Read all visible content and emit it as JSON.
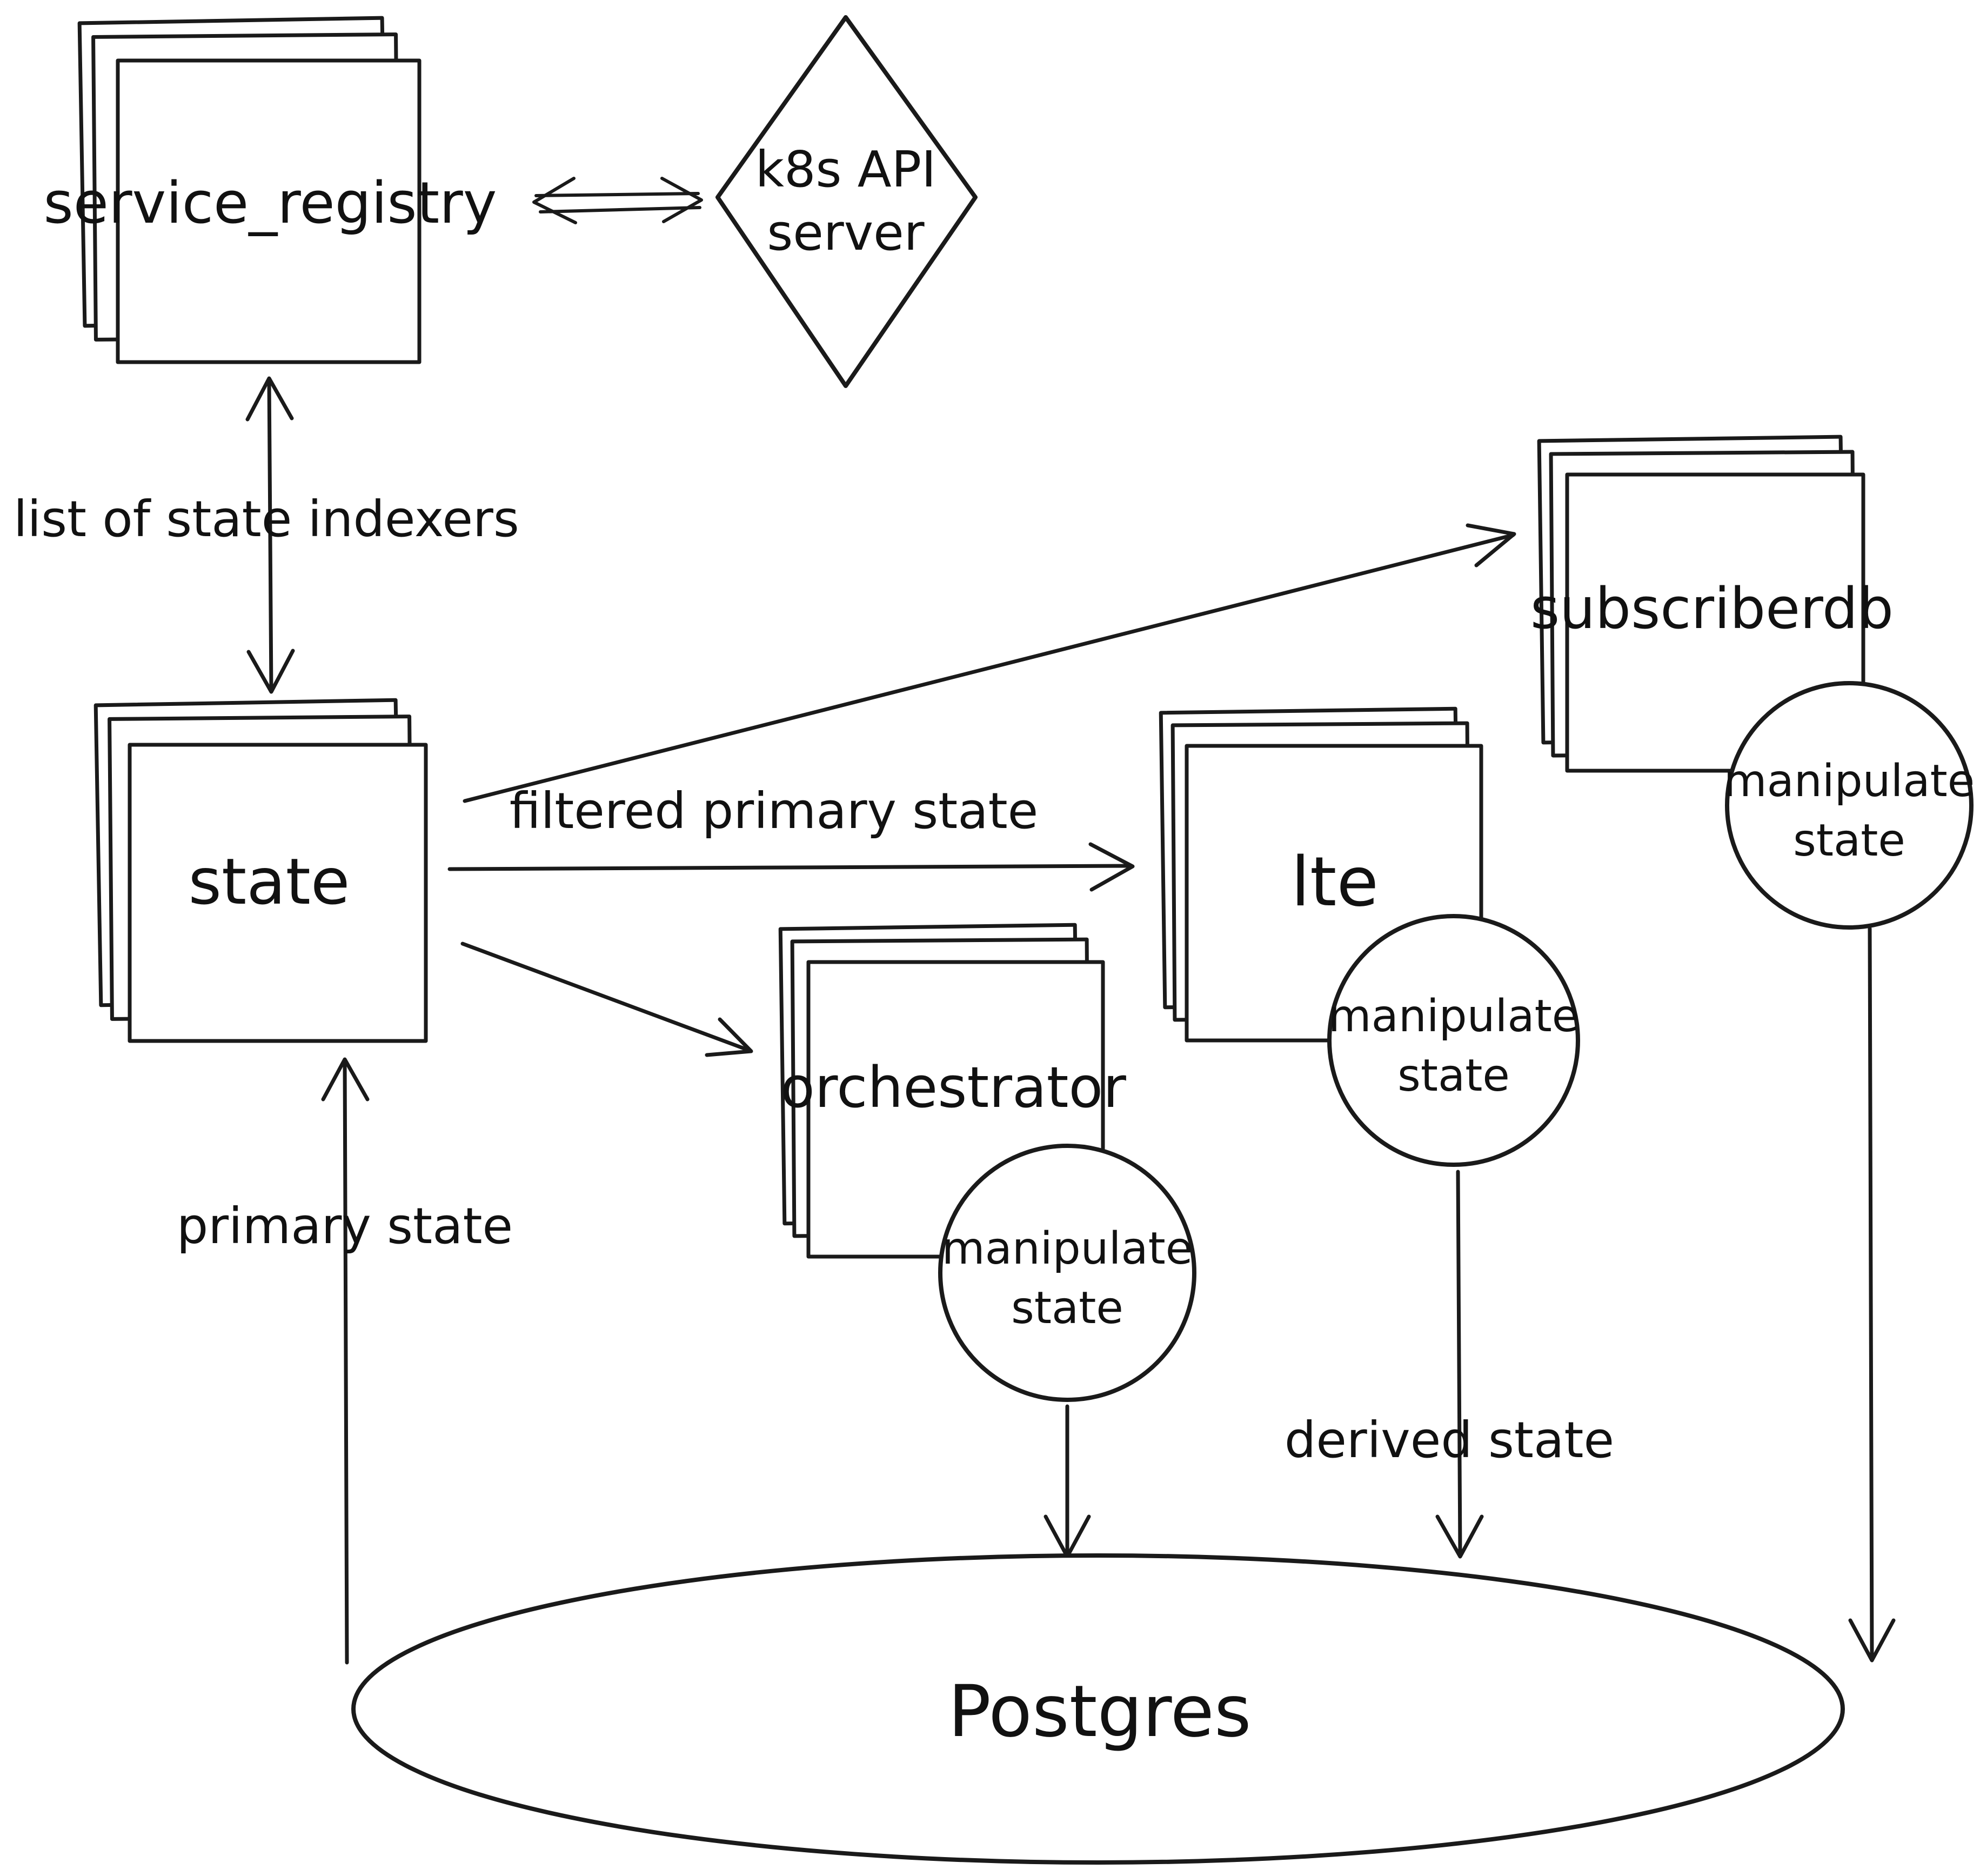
{
  "nodes": {
    "service_registry": "service_registry",
    "k8s_line1": "k8s API",
    "k8s_line2": "server",
    "state": "state",
    "subscriberdb": "subscriberdb",
    "lte": "lte",
    "orchestrator": "orchestrator",
    "postgres": "Postgres",
    "manipulate_line1": "manipulate",
    "manipulate_line2": "state"
  },
  "edges": {
    "list_of_state_indexers": "list of state indexers",
    "filtered_primary_state": "filtered primary state",
    "primary_state": "primary state",
    "derived_state": "derived state"
  },
  "colors": {
    "stroke": "#1a1a1a",
    "background": "#ffffff",
    "text": "#111111"
  }
}
